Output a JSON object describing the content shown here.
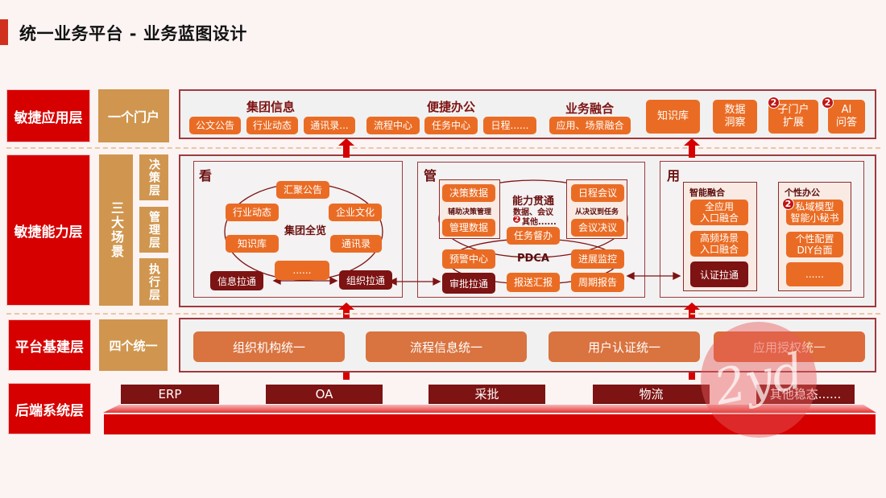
{
  "title": "统一业务平台 - 业务蓝图设计",
  "layers": {
    "app": "敏捷应用层",
    "capability": "敏捷能力层",
    "platform": "平台基建层",
    "backend": "后端系统层"
  },
  "app_layer": {
    "portal_label": "一个门户",
    "groups": [
      {
        "title": "集团信息",
        "items": [
          "公文公告",
          "行业动态",
          "通讯录..."
        ]
      },
      {
        "title": "便捷办公",
        "items": [
          "流程中心",
          "任务中心",
          "日程......"
        ]
      },
      {
        "title": "业务融合",
        "items": [
          "应用、场景融合"
        ]
      }
    ],
    "tiles": [
      {
        "label": "知识库",
        "badge": ""
      },
      {
        "label": "数据\n洞察",
        "line1": "数据",
        "line2": "洞察",
        "badge": ""
      },
      {
        "label": "子门户\n扩展",
        "line1": "子门户",
        "line2": "扩展",
        "badge": "2"
      },
      {
        "label": "AI\n问答",
        "line1": "AI",
        "line2": "问答",
        "badge": "2"
      }
    ]
  },
  "capability_layer": {
    "scenes_label": "三大场景",
    "tiers": [
      "决策层",
      "管理层",
      "执行层"
    ],
    "look": {
      "title": "看",
      "center": "集团全览",
      "ring": [
        "汇聚公告",
        "企业文化",
        "通讯录",
        "......",
        "知识库",
        "行业动态"
      ],
      "left_link": "信息拉通",
      "right_link": "组织拉通"
    },
    "manage": {
      "title": "管",
      "left_box": {
        "top": "决策数据",
        "caption": "辅助决策管理",
        "bottom": "管理数据"
      },
      "right_box": {
        "top": "日程会议",
        "caption": "从决议到任务",
        "bottom": "会议决议"
      },
      "center_title": "能力贯通",
      "center_sub1": "数据、会议",
      "center_sub2": "其他......",
      "center_badge": "2",
      "cycle_label": "PDCA",
      "task": "任务督办",
      "warning": "预警中心",
      "progress": "进展监控",
      "approval": "审批拉通",
      "report": "报送汇报",
      "periodic": "周期报告"
    },
    "use": {
      "title": "用",
      "smart": {
        "title": "智能融合",
        "items": [
          {
            "line1": "全应用",
            "line2": "入口融合"
          },
          {
            "line1": "高频场景",
            "line2": "入口融合"
          }
        ],
        "link": "认证拉通"
      },
      "personal": {
        "title": "个性办公",
        "items": [
          {
            "line1": "私域模型",
            "line2": "智能小秘书",
            "badge": "2"
          },
          {
            "line1": "个性配置",
            "line2": "DIY台面",
            "badge": ""
          },
          {
            "line1": "......",
            "line2": "",
            "badge": ""
          }
        ]
      }
    }
  },
  "platform_layer": {
    "label": "四个统一",
    "items": [
      "组织机构统一",
      "流程信息统一",
      "用户认证统一",
      "应用授权统一"
    ]
  },
  "backend_layer": {
    "systems": [
      "ERP",
      "OA",
      "采批",
      "物流",
      "其他稳态......"
    ]
  },
  "watermark": "2yd",
  "colors": {
    "layer_red": "#d60000",
    "tan": "#d0964f",
    "orange": "#ea6c24",
    "dark_red": "#7d1313",
    "panel_border": "#9e3a3e"
  }
}
